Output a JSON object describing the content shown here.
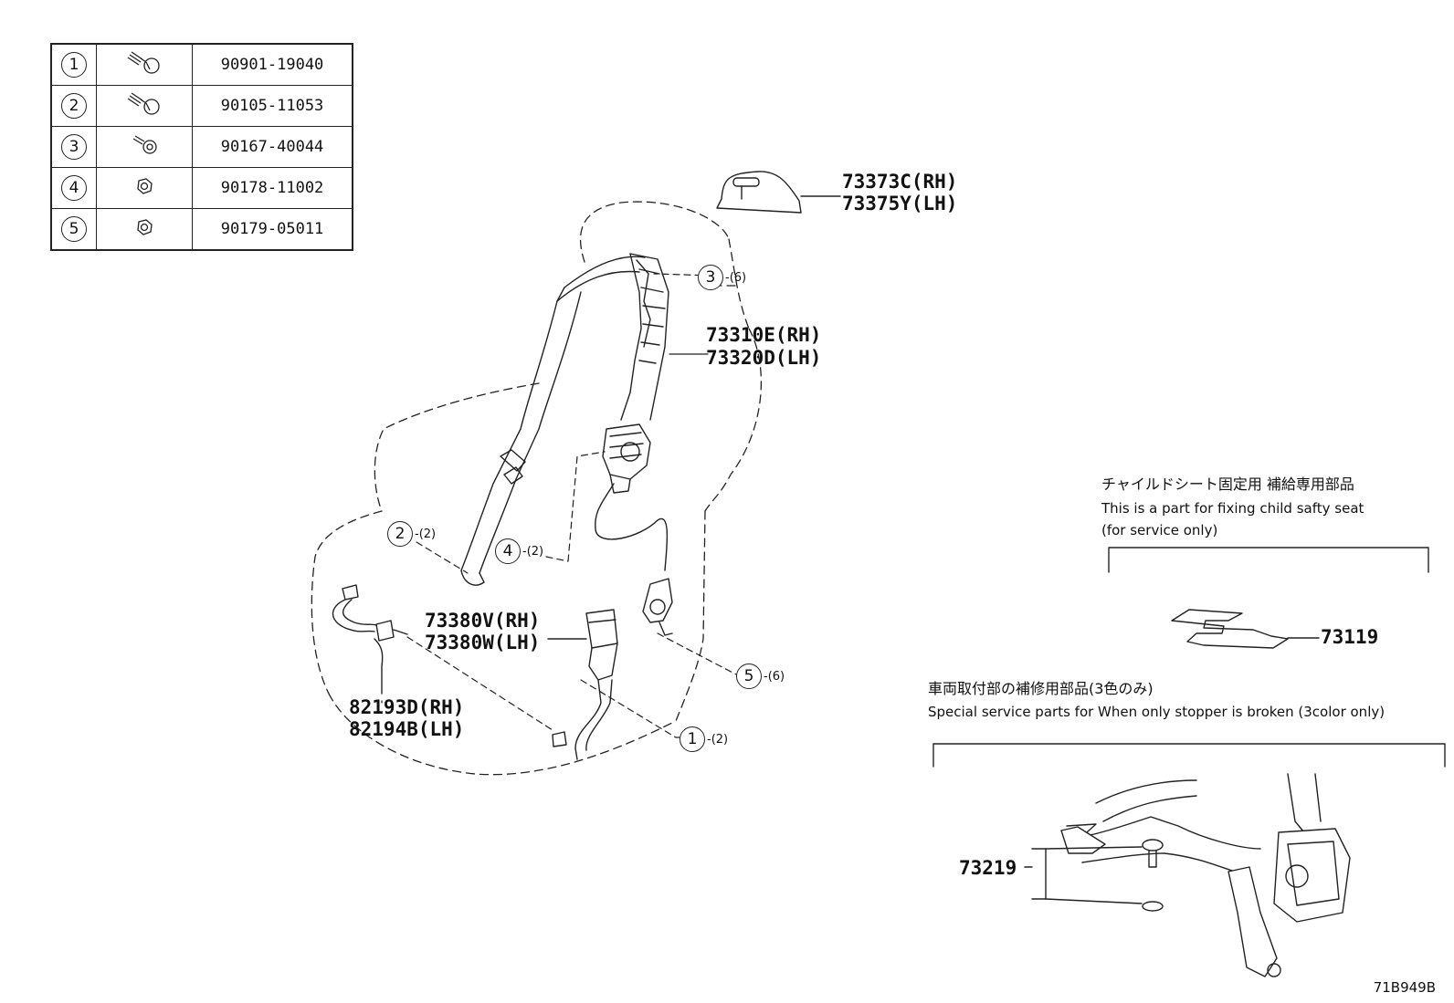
{
  "fasteners": [
    {
      "index": "1",
      "part_number": "90901-19040",
      "icon": "bolt-icon"
    },
    {
      "index": "2",
      "part_number": "90105-11053",
      "icon": "bolt-icon"
    },
    {
      "index": "3",
      "part_number": "90167-40044",
      "icon": "screw-icon"
    },
    {
      "index": "4",
      "part_number": "90178-11002",
      "icon": "nut-icon"
    },
    {
      "index": "5",
      "part_number": "90179-05011",
      "icon": "nut-icon"
    }
  ],
  "parts": {
    "cover": [
      "73373C(RH)",
      "73375Y(LH)"
    ],
    "belt_assembly": [
      "73310E(RH)",
      "73320D(LH)"
    ],
    "buckle": [
      "73380V(RH)",
      "73380W(LH)"
    ],
    "wire": [
      "82193D(RH)",
      "82194B(LH)"
    ],
    "child_seat_part": "73119",
    "stopper_part": "73219"
  },
  "callouts": [
    {
      "index": "3",
      "qty": "-(6)"
    },
    {
      "index": "2",
      "qty": "-(2)"
    },
    {
      "index": "4",
      "qty": "-(2)"
    },
    {
      "index": "5",
      "qty": "-(6)"
    },
    {
      "index": "1",
      "qty": "-(2)"
    }
  ],
  "notes": {
    "child_seat_jp": "チャイルドシート固定用 補給専用部品",
    "child_seat_en_1": "This is a part for fixing child safty seat",
    "child_seat_en_2": "(for service only)",
    "stopper_jp": "車両取付部の補修用部品(3色のみ)",
    "stopper_en": "Special service parts for When only stopper is broken (3color only)"
  },
  "figure_code": "71B949B"
}
